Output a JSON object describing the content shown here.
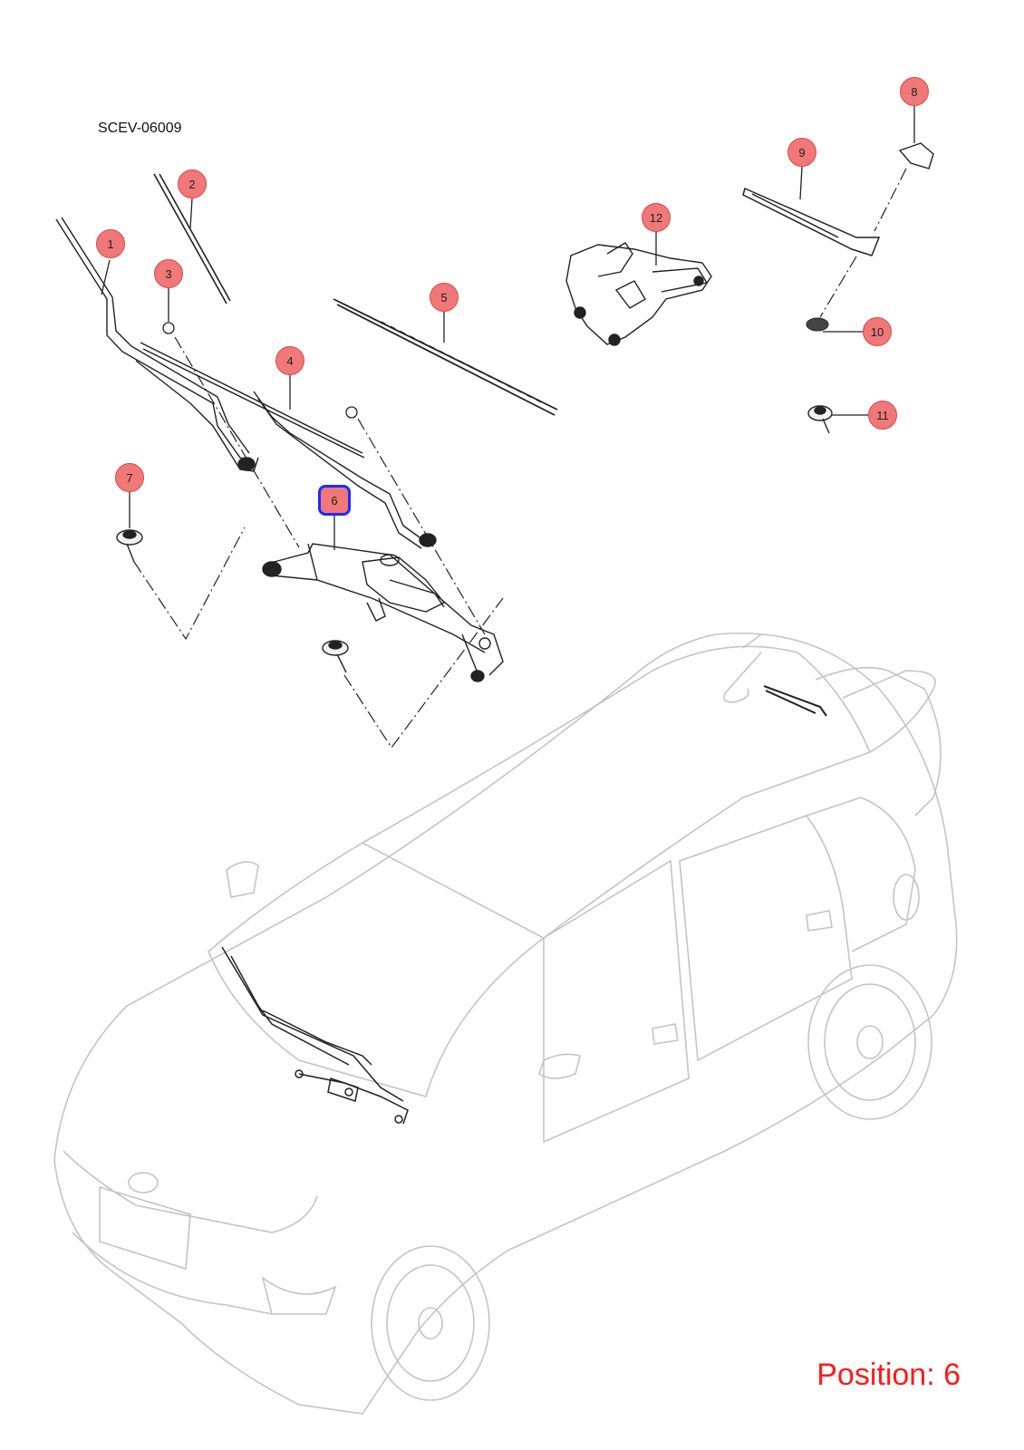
{
  "diagram_code": "SCEV-06009",
  "position_label": "Position: 6",
  "selected_position": "6",
  "colors": {
    "callout_fill": "#f07878",
    "selection_border": "#1a2cff",
    "position_text": "#ff1a1a",
    "car_outline": "#bfbfbf"
  },
  "callouts": [
    {
      "id": "1",
      "label": "1"
    },
    {
      "id": "2",
      "label": "2"
    },
    {
      "id": "3",
      "label": "3"
    },
    {
      "id": "4",
      "label": "4"
    },
    {
      "id": "5",
      "label": "5"
    },
    {
      "id": "6",
      "label": "6"
    },
    {
      "id": "7",
      "label": "7"
    },
    {
      "id": "8",
      "label": "8"
    },
    {
      "id": "9",
      "label": "9"
    },
    {
      "id": "10",
      "label": "10"
    },
    {
      "id": "11",
      "label": "11"
    },
    {
      "id": "12",
      "label": "12"
    }
  ]
}
